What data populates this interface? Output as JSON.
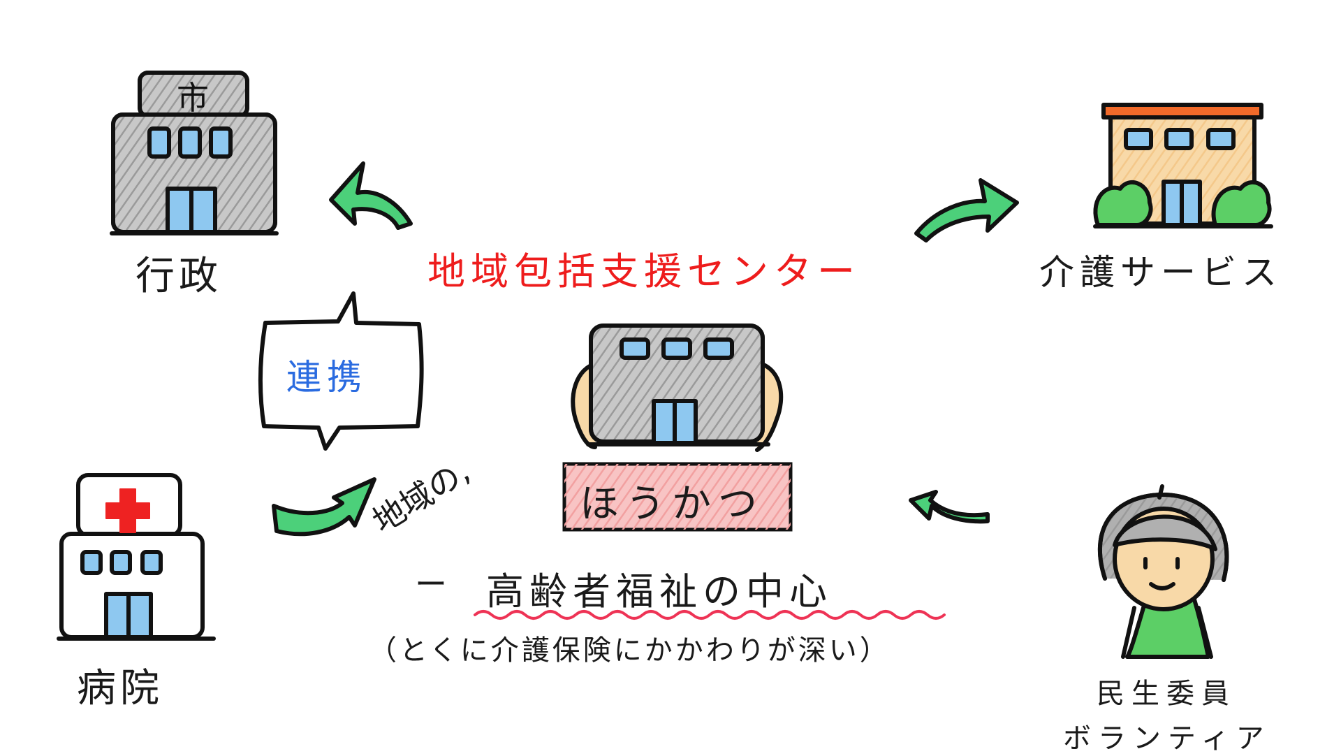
{
  "title": "地域包括支援センター",
  "nodes": {
    "gyosei": {
      "label": "行政",
      "sign": "市"
    },
    "kaigo_service": {
      "label": "介護サービス"
    },
    "byoin": {
      "label": "病院"
    },
    "minsei": {
      "label_line1": "民生委員",
      "label_line2": "ボランティア"
    }
  },
  "speech_bubble": {
    "text": "連携"
  },
  "center": {
    "prefix": "地域の,",
    "highlight": "ほうかつ",
    "dash": "ー",
    "main": "高齢者福祉の中心",
    "note": "（とくに介護保険にかかわりが深い）"
  },
  "colors": {
    "title": "#ee1c1c",
    "arrow": "#4cd07a",
    "building_gray": "#b8b8b8",
    "window_blue": "#8ec8f0",
    "highlight_pink": "#f6b2b2",
    "wavy_underline": "#ee3355",
    "roof_orange": "#f26a2a",
    "wall_beige": "#f8d9a8",
    "bush_green": "#5ccf66",
    "cross_red": "#ee2222",
    "bubble_text_blue": "#2a6be0"
  }
}
